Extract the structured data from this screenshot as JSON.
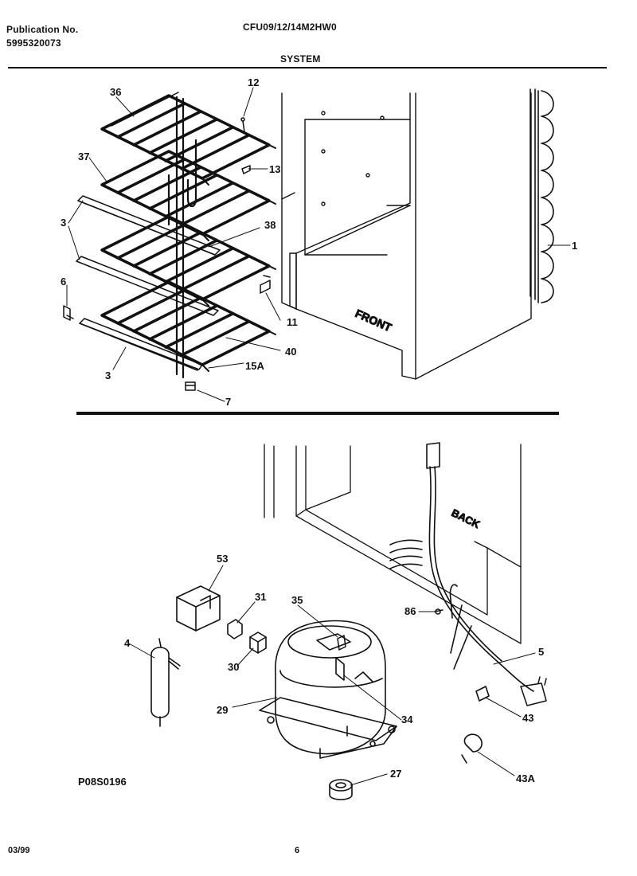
{
  "header": {
    "publication_label": "Publication No.",
    "publication_number": "5995320073",
    "model": "CFU09/12/14M2HW0",
    "section": "SYSTEM"
  },
  "figure_code": "P08S0196",
  "footer": {
    "date": "03/99",
    "page": "6"
  },
  "cabinet_labels": {
    "front": "FRONT",
    "back": "BACK"
  },
  "callouts": {
    "p1": "1",
    "p3a": "3",
    "p3b": "3",
    "p6": "6",
    "p7": "7",
    "p11": "11",
    "p12": "12",
    "p13": "13",
    "p15a": "15A",
    "p36": "36",
    "p37": "37",
    "p38": "38",
    "p40": "40",
    "p4": "4",
    "p5": "5",
    "p27": "27",
    "p29": "29",
    "p30": "30",
    "p31": "31",
    "p34": "34",
    "p35": "35",
    "p43": "43",
    "p43a": "43A",
    "p53": "53",
    "p86": "86"
  }
}
